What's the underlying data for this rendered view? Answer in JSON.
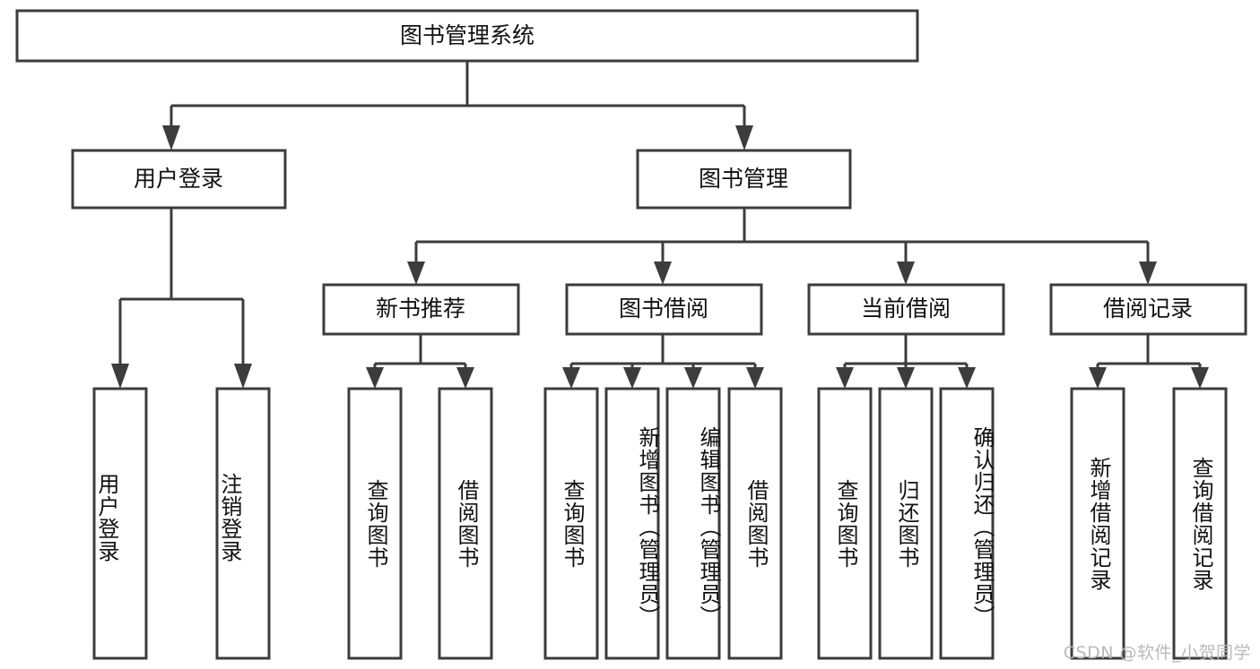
{
  "diagram": {
    "title_node": {
      "label": "图书管理系统"
    },
    "level2": [
      {
        "label": "用户登录"
      },
      {
        "label": "图书管理"
      }
    ],
    "level3": [
      {
        "label": "新书推荐"
      },
      {
        "label": "图书借阅"
      },
      {
        "label": "当前借阅"
      },
      {
        "label": "借阅记录"
      }
    ],
    "leaves": {
      "user_login": [
        {
          "label": "用户登录"
        },
        {
          "label": "注销登录"
        }
      ],
      "new_book_recommend": [
        {
          "label": "查询图书"
        },
        {
          "label": "借阅图书"
        }
      ],
      "book_borrow": [
        {
          "label": "查询图书"
        },
        {
          "label": "新增图书（管理员）"
        },
        {
          "label": "编辑图书（管理员）"
        },
        {
          "label": "借阅图书"
        }
      ],
      "current_borrow": [
        {
          "label": "查询图书"
        },
        {
          "label": "归还图书"
        },
        {
          "label": "确认归还（管理员）"
        }
      ],
      "borrow_record": [
        {
          "label": "新增借阅记录"
        },
        {
          "label": "查询借阅记录"
        }
      ]
    }
  },
  "watermark": {
    "text": "CSDN @软件_小贺同学"
  },
  "colors": {
    "stroke": "#3c3c3c",
    "box_fill": "#ffffff",
    "text": "#111111",
    "watermark": "#b9b9b9",
    "background": "#ffffff"
  }
}
